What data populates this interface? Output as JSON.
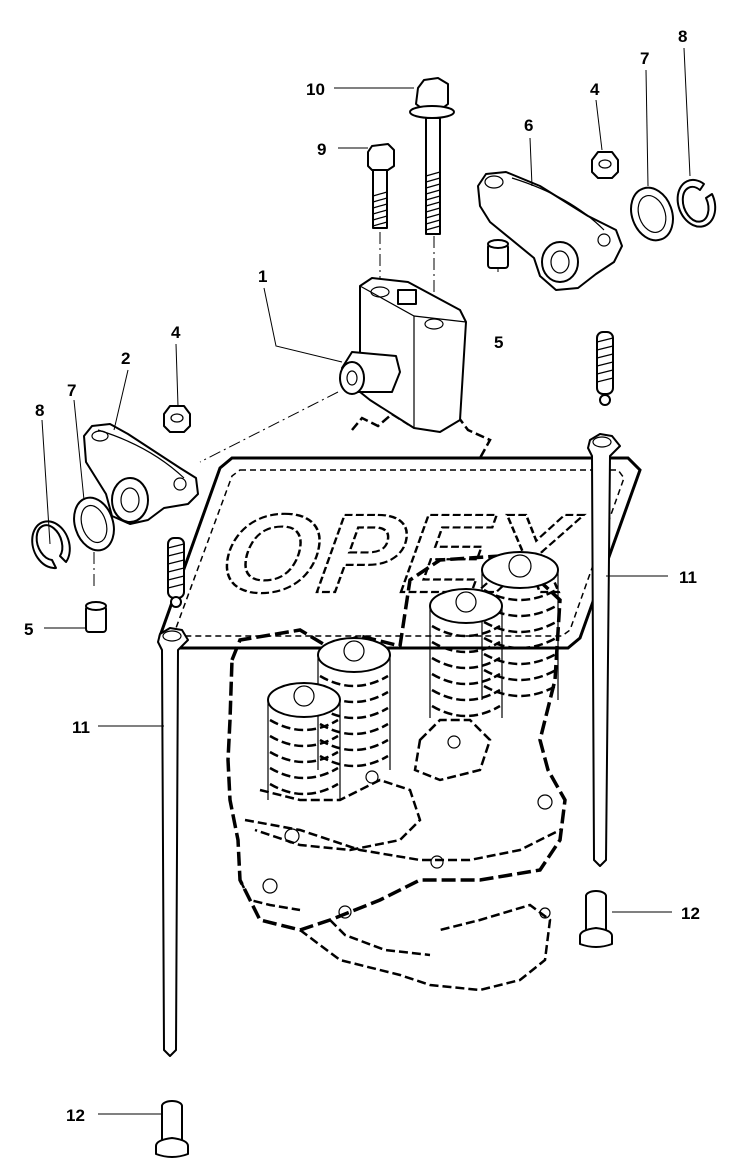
{
  "watermark": {
    "text": "OPEX"
  },
  "callouts": [
    "10",
    "9",
    "6",
    "4",
    "7",
    "8",
    "1",
    "5",
    "2",
    "4",
    "7",
    "8",
    "5",
    "11",
    "11",
    "12",
    "12"
  ]
}
